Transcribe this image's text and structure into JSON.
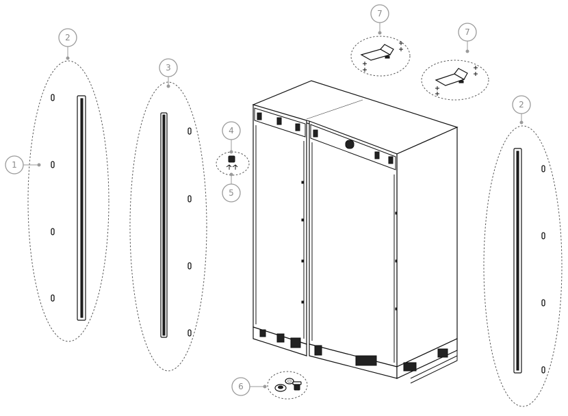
{
  "callouts": [
    {
      "id": "c1",
      "label": "1"
    },
    {
      "id": "c2a",
      "label": "2"
    },
    {
      "id": "c2b",
      "label": "2"
    },
    {
      "id": "c3",
      "label": "3"
    },
    {
      "id": "c4",
      "label": "4"
    },
    {
      "id": "c5",
      "label": "5"
    },
    {
      "id": "c6",
      "label": "6"
    },
    {
      "id": "c7a",
      "label": "7"
    },
    {
      "id": "c7b",
      "label": "7"
    }
  ],
  "colors": {
    "callout_stroke": "#9a9a9a",
    "callout_text": "#8a8a8a",
    "line_art": "#111111"
  }
}
